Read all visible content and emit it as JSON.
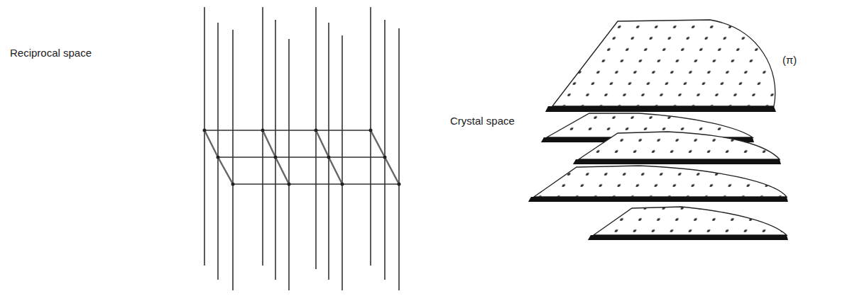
{
  "diagram": {
    "labels": [
      "Reciprocal space",
      "Crystal space",
      "(π)"
    ]
  }
}
